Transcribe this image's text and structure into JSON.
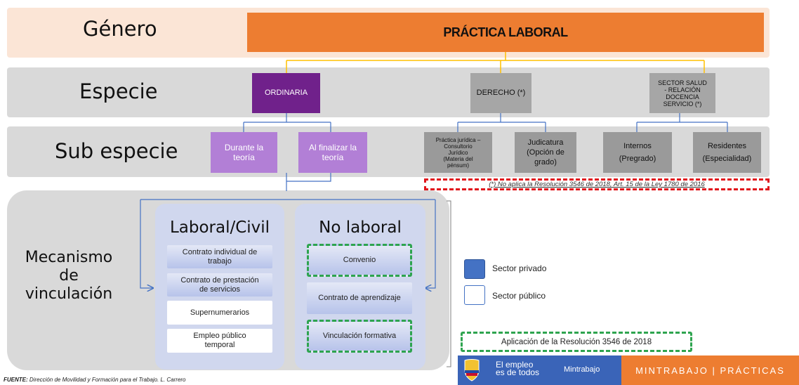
{
  "rows": {
    "genero": "Género",
    "especie": "Especie",
    "sub_especie": "Sub especie",
    "mecanismo": [
      "Mecanismo",
      "de",
      "vinculación"
    ]
  },
  "genero_box": "PRÁCTICA LABORAL",
  "especie_boxes": {
    "ordinaria": "ORDINARIA",
    "derecho": "DERECHO (*)",
    "salud": [
      "SECTOR SALUD",
      "- RELACIÓN",
      "DOCENCIA",
      "SERVICIO (*)"
    ]
  },
  "sub_boxes": {
    "durante": [
      "Durante la",
      "teoría"
    ],
    "al_finalizar": [
      "Al finalizar la",
      "teoría"
    ],
    "practica_juridica": [
      "Práctica jurídica –",
      "Consultorio",
      "Jurídico",
      "(Materia del",
      "pénsum)"
    ],
    "judicatura": [
      "Judicatura",
      "(Opción de",
      "grado)"
    ],
    "internos": [
      "Internos",
      "(Pregrado)"
    ],
    "residentes": [
      "Residentes",
      "(Especialidad)"
    ]
  },
  "note": "(*) No aplica la Resolución 3546 de 2018, Art. 15 de la Ley 1780 de 2016",
  "laboral": {
    "title": "Laboral/Civil",
    "items": [
      [
        "Contrato individual de",
        "trabajo"
      ],
      [
        "Contrato de prestación",
        "de servicios"
      ],
      [
        "Supernumerarios"
      ],
      [
        "Empleo público",
        "temporal"
      ]
    ]
  },
  "no_laboral": {
    "title": "No laboral",
    "items": [
      "Convenio",
      "Contrato de aprendizaje",
      "Vinculación formativa"
    ]
  },
  "legend": {
    "privado": "Sector privado",
    "publico": "Sector público",
    "resolucion": "Aplicación de la Resolución 3546 de 2018"
  },
  "fuente": {
    "label": "FUENTE:",
    "text": " Dirección de Movilidad y Formación para el Trabajo. L. Carrero"
  },
  "footer": {
    "empleo": [
      "El empleo",
      "es de todos"
    ],
    "mintrabajo": "Mintrabajo",
    "brand": "MINTRABAJO | PRÁCTICAS"
  },
  "colors": {
    "orange": "#ed7d31",
    "purple": "#70218b",
    "lilac": "#b27fd6",
    "blue": "#4472c4",
    "green_dash": "#2ea44f",
    "red_dash": "#e0151b"
  }
}
